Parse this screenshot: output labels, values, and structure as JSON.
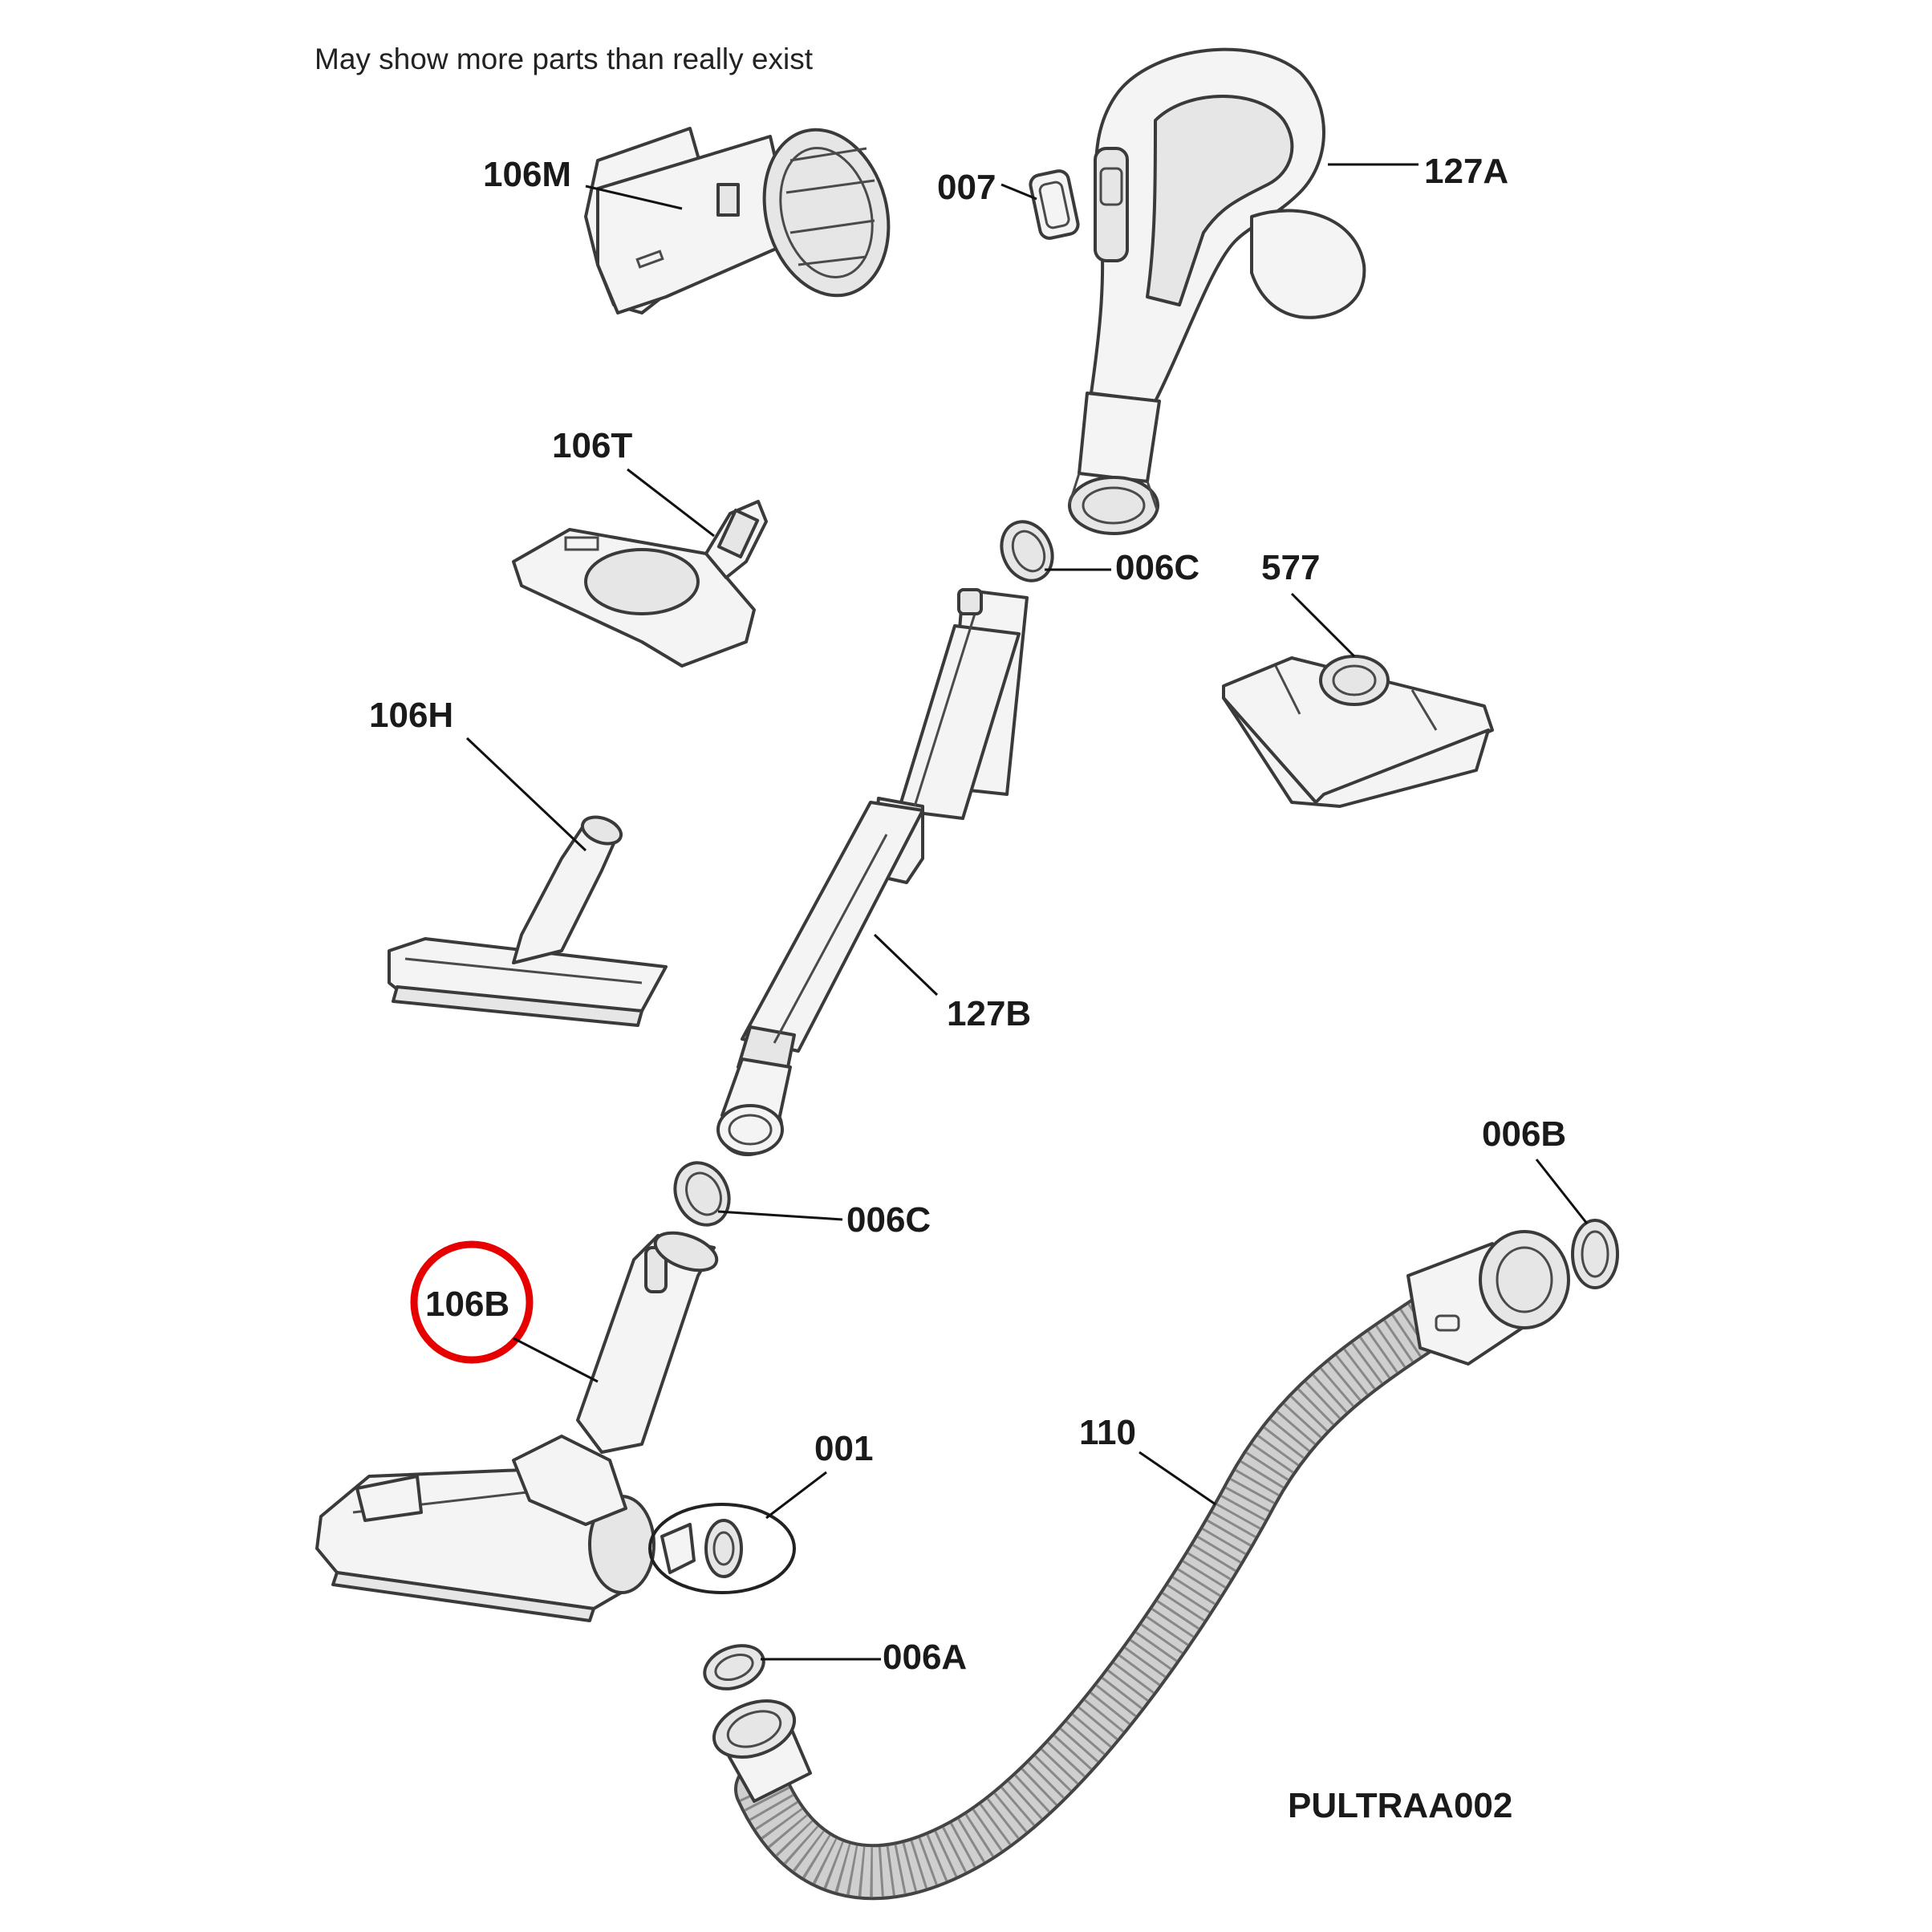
{
  "note": "May show more parts than really exist",
  "drawing_code": "PULTRAA002",
  "highlighted_part": "106B",
  "highlight_color": "#e60000",
  "labels": {
    "p106M": "106M",
    "p007": "007",
    "p127A": "127A",
    "p106T": "106T",
    "p006C_top": "006C",
    "p577": "577",
    "p106H": "106H",
    "p127B": "127B",
    "p006B": "006B",
    "p006C_bottom": "006C",
    "p106B": "106B",
    "p001": "001",
    "p110": "110",
    "p006A": "006A"
  }
}
